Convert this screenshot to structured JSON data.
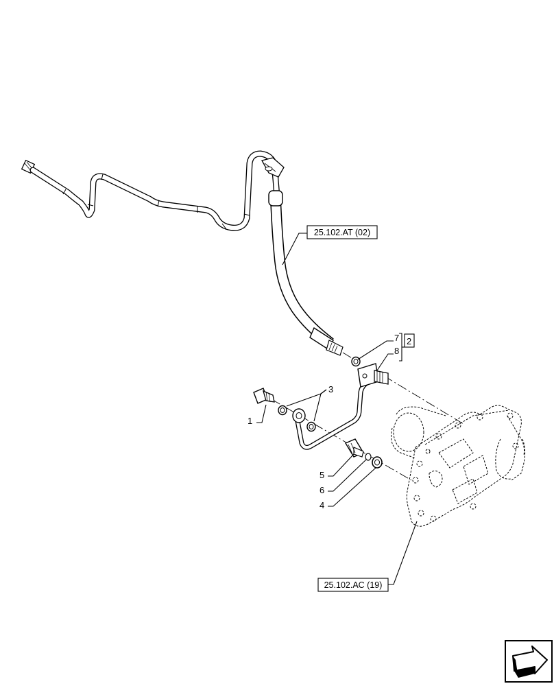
{
  "labels": {
    "part_1": "1",
    "part_2": "2",
    "part_3": "3",
    "part_4": "4",
    "part_5": "5",
    "part_6": "6",
    "part_7": "7",
    "part_8": "8"
  },
  "references": {
    "upper_pipe": "25.102.AT (02)",
    "housing": "25.102.AC (19)"
  },
  "icons": {
    "navigation": "next-page-arrow-icon"
  }
}
